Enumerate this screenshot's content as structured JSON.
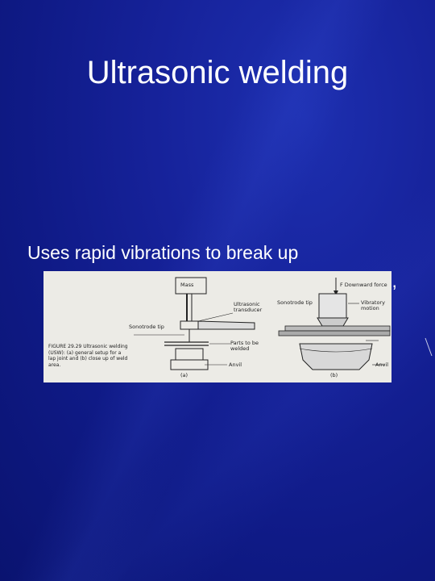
{
  "slide": {
    "title": "Ultrasonic welding",
    "body_text": "Uses rapid vibrations to break up",
    "body_tail_partial": "s,"
  },
  "figure": {
    "caption": "FIGURE 29.29 Ultrasonic welding (USW): (a) general setup for a lap joint and (b) close up of weld area.",
    "labels": {
      "mass": "Mass",
      "ultrasonic_transducer": "Ultrasonic transducer",
      "sonotrode_tip_a": "Sonotrode tip",
      "parts_to_be_welded": "Parts to be welded",
      "anvil_a": "Anvil",
      "panel_a": "(a)",
      "downward_force": "F Downward force",
      "sonotrode_tip_b": "Sonotrode tip",
      "vibratory_motion": "Vibratory motion",
      "anvil_b": "Anvil",
      "panel_b": "(b)"
    }
  },
  "colors": {
    "background": "#14209a",
    "text": "#ffffff",
    "figure_bg": "#ecebe6"
  }
}
